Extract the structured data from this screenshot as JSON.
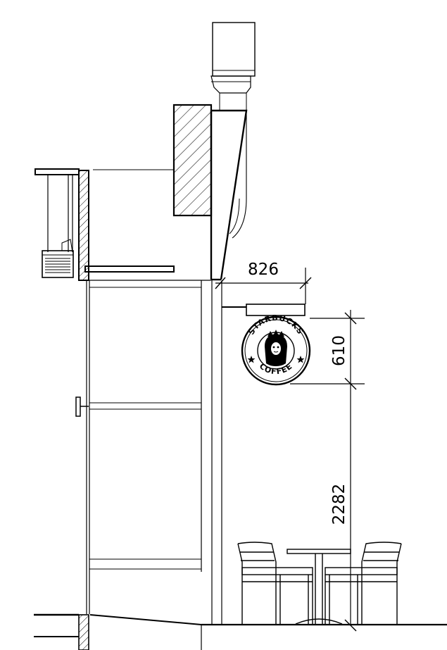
{
  "dimensions": {
    "sign_projection": "826",
    "sign_height": "610",
    "clearance_height": "2282"
  },
  "sign": {
    "top_word": "STARBUCKS",
    "bottom_word": "COFFEE"
  }
}
